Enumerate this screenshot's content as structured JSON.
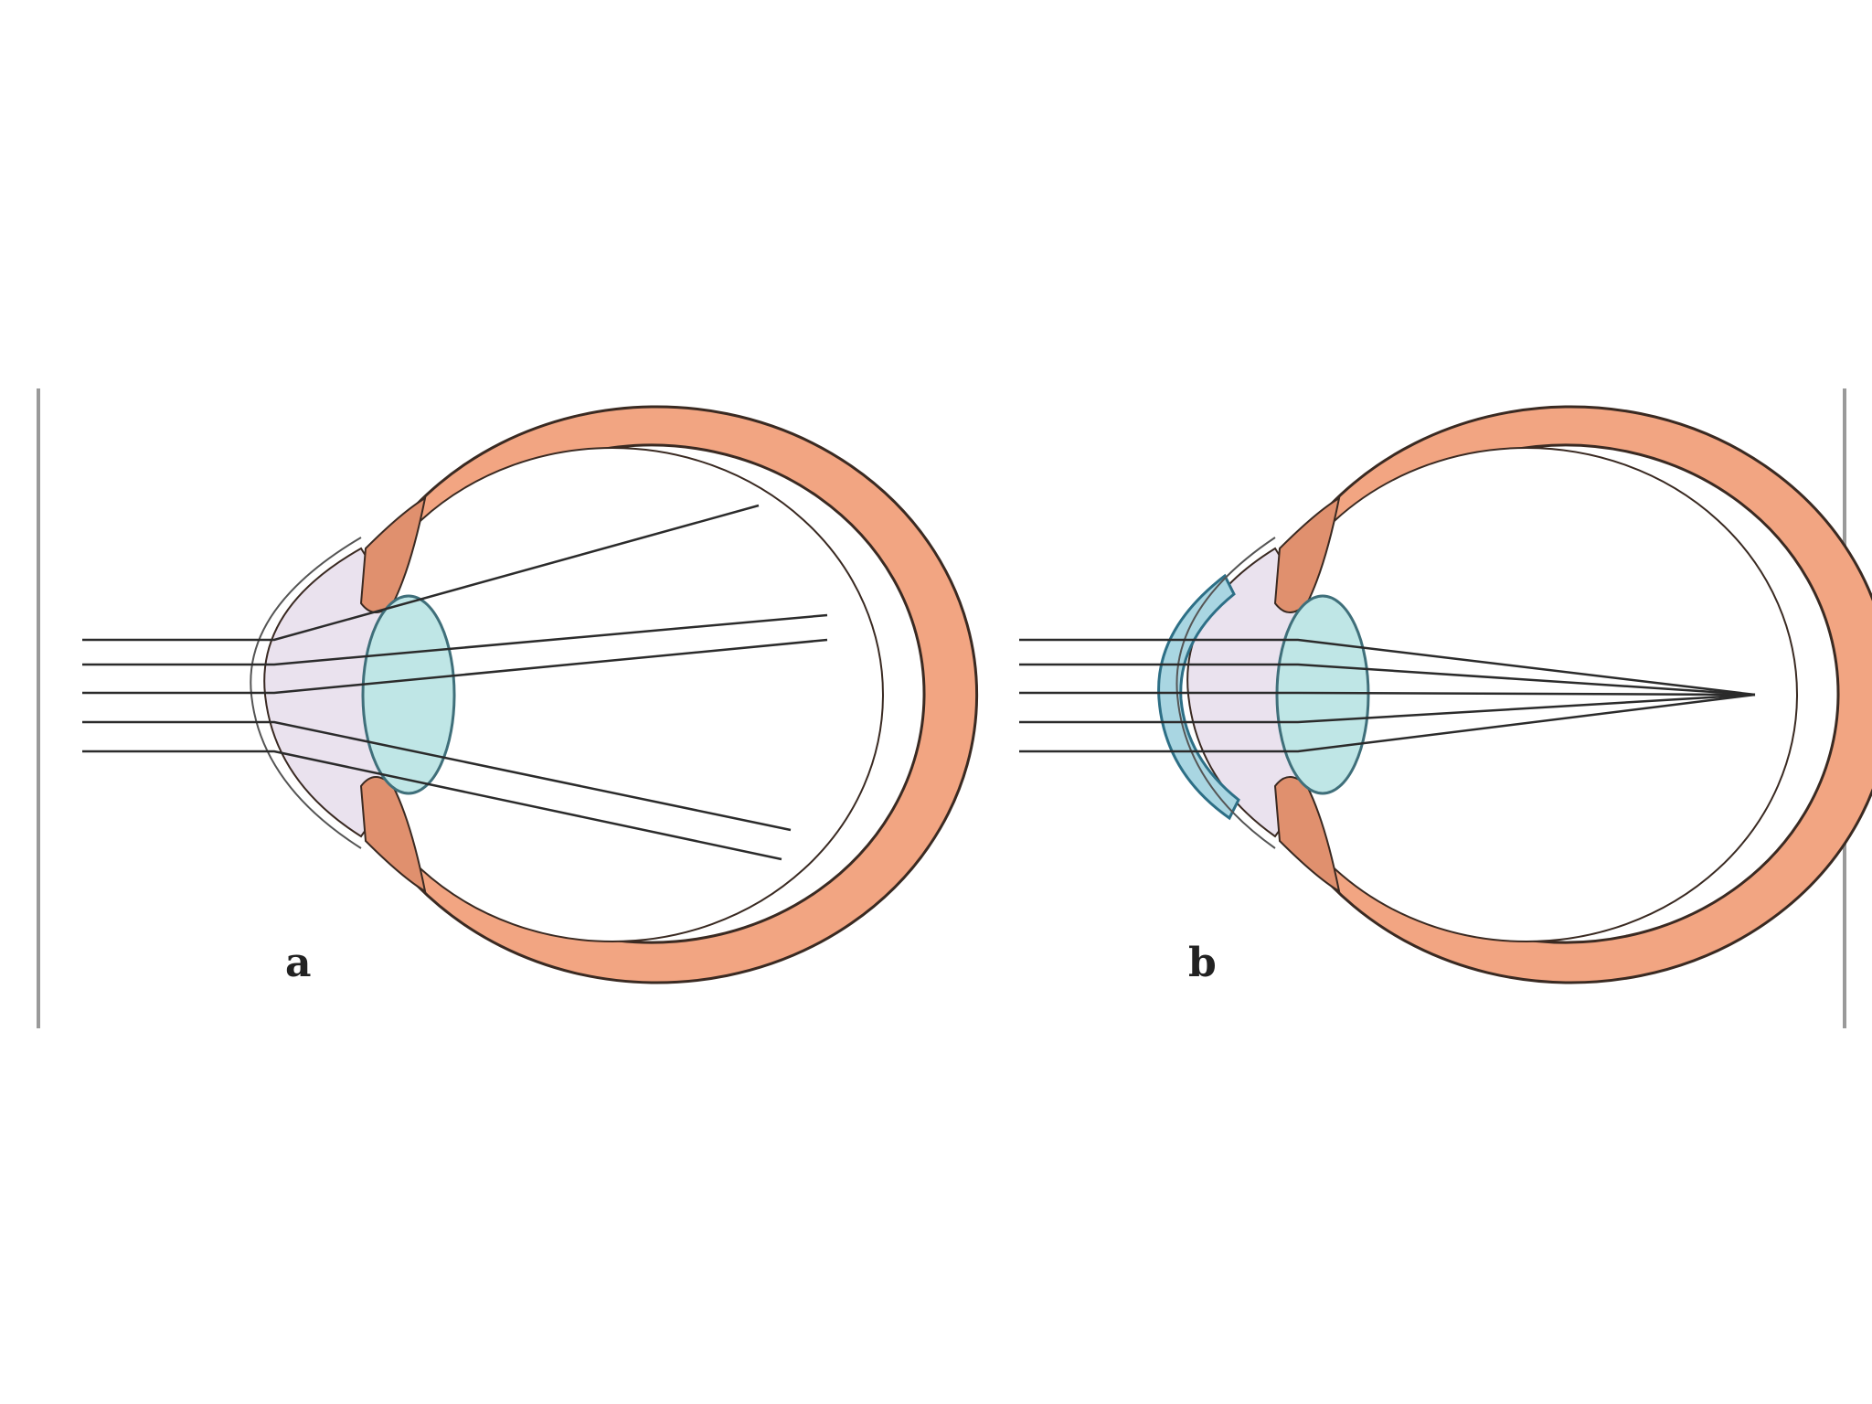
{
  "figure": {
    "panels": [
      {
        "id": "a",
        "label": "a"
      },
      {
        "id": "b",
        "label": "b"
      }
    ]
  },
  "colors": {
    "background": "#ffffff",
    "frame_line": "#9a9a9a",
    "sclera_fill": "#f2a582",
    "sclera_stroke": "#3a2a22",
    "lens_fill": "#bfe6e6",
    "lens_stroke": "#3f6f7a",
    "anterior_fill": "#eae2ee",
    "contact_lens_fill": "#a9d6e2",
    "contact_lens_stroke": "#2d6f86",
    "ray_stroke": "#2b2b2b",
    "iris_fill": "#e0906e"
  }
}
